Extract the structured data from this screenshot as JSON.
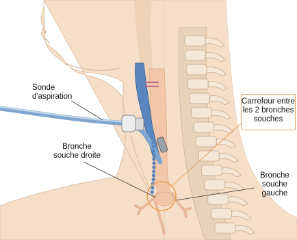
{
  "labels": {
    "sonde": [
      "Sonde",
      "d'aspiration"
    ],
    "bronche_droite": [
      "Bronche",
      "souche droite"
    ],
    "carrefour": [
      "Carrefour entre",
      "les 2 bronches",
      "souches"
    ],
    "bronche_gauche": [
      "Bronche",
      "souche",
      "gauche"
    ]
  },
  "colors": {
    "skin": "#f6dfc9",
    "skin_shadow": "#efcfb3",
    "trachea": "#f2c6a8",
    "spine": "#e7d2bb",
    "vertebra": "#f4e7d8",
    "catheter": "#7fa6cf",
    "catheter_light": "#c9dbef",
    "tube_blue": "#5a86bf",
    "callout": "#e8a25a",
    "leader": "#333333"
  }
}
